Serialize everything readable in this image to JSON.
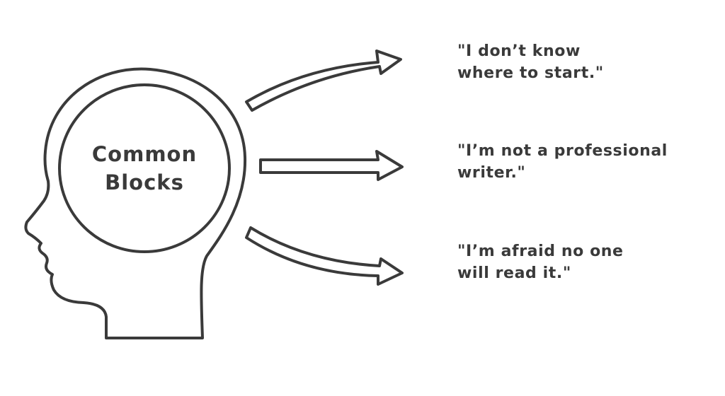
{
  "diagram": {
    "center": {
      "line1": "Common",
      "line2": "Blocks"
    },
    "quotes": [
      {
        "line1": "\"I don’t know",
        "line2": "where to start.\""
      },
      {
        "line1": "\"I’m not a professional",
        "line2": "writer.\""
      },
      {
        "line1": "\"I’m afraid no one",
        "line2": "will read it.\""
      }
    ],
    "colors": {
      "ink": "#3a3a3a",
      "background": "#ffffff"
    },
    "icons": [
      "head-profile-icon",
      "arrow-right-icon"
    ]
  }
}
